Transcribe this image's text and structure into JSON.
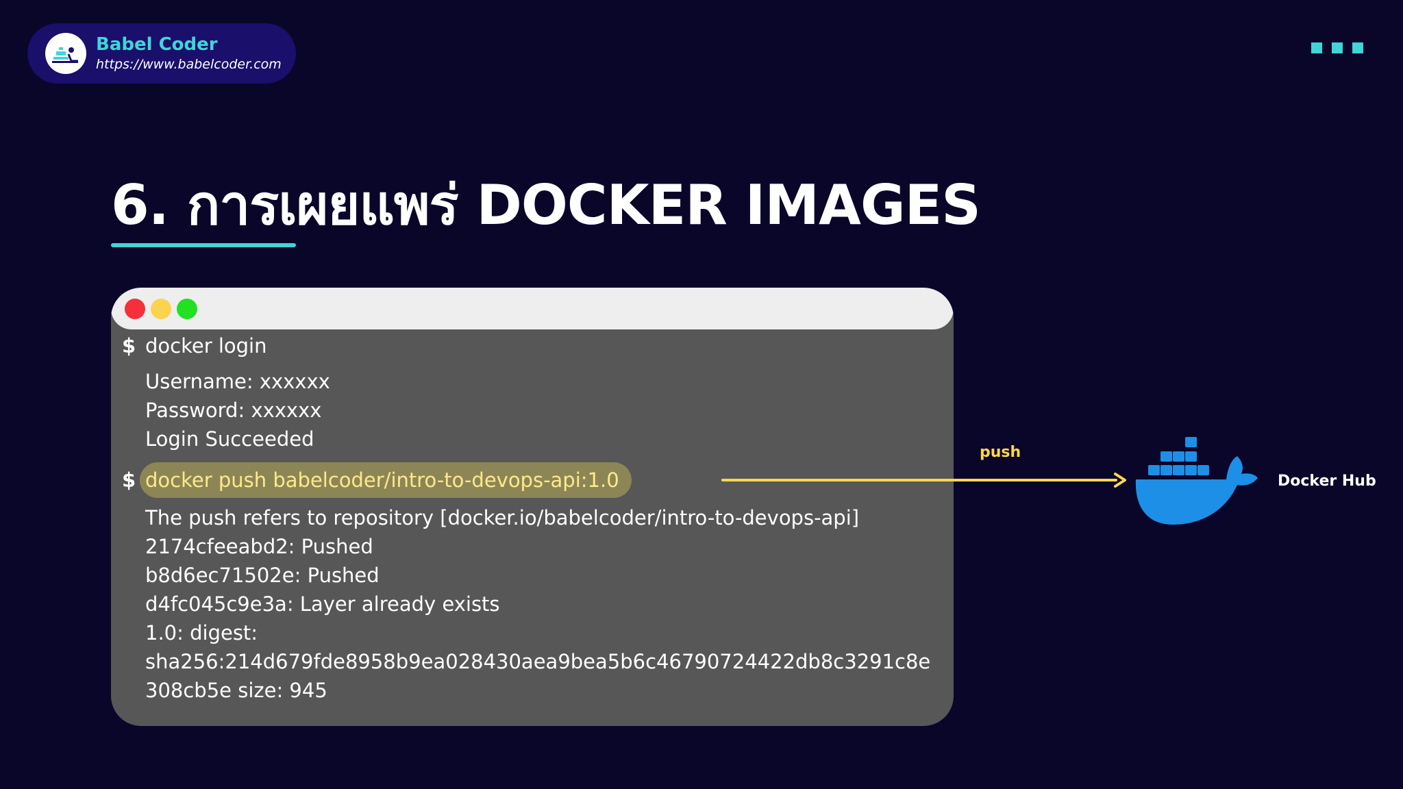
{
  "brand": {
    "name": "Babel Coder",
    "url": "https://www.babelcoder.com"
  },
  "title": "6. การเผยแพร่ DOCKER IMAGES",
  "terminal": {
    "prompt_symbol": "$",
    "login_command": "docker login",
    "login_output": [
      "Username: xxxxxx",
      "Password: xxxxxx",
      "Login Succeeded"
    ],
    "push_command": "docker push babelcoder/intro-to-devops-api:1.0",
    "push_output": [
      "The push refers to repository [docker.io/babelcoder/intro-to-devops-api]",
      "2174cfeeabd2: Pushed",
      "b8d6ec71502e: Pushed",
      "d4fc045c9e3a: Layer already exists",
      "1.0: digest:",
      "sha256:214d679fde8958b9ea028430aea9bea5b6c46790724422db8c3291c8e",
      "308cb5e size: 945"
    ]
  },
  "diagram": {
    "arrow_label": "push",
    "target_label": "Docker Hub"
  },
  "colors": {
    "background": "#09062a",
    "accent": "#3fd6d6",
    "terminal_bg": "#575757",
    "highlight": "#8c8657",
    "arrow": "#ffd84d",
    "docker_blue": "#1d8fe6"
  },
  "icons": {
    "logo": "babel-coder-logo-icon",
    "menu": "menu-squares-icon",
    "docker": "docker-whale-icon"
  }
}
